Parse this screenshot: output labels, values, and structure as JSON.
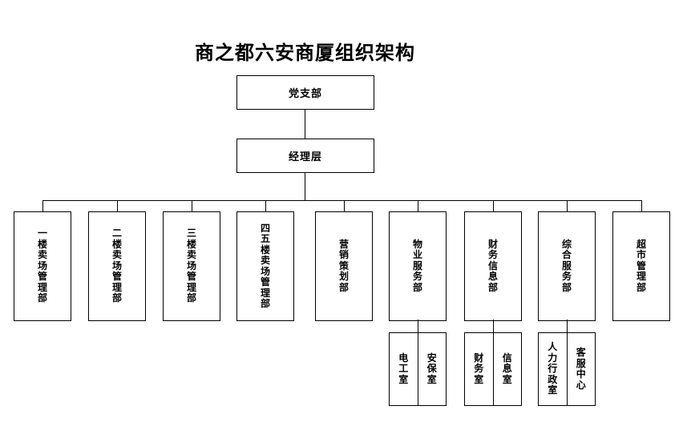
{
  "title": "商之都六安商厦组织架构",
  "org": {
    "root": {
      "label": "党支部"
    },
    "management": {
      "label": "经理层"
    },
    "departments": [
      {
        "label": "一楼卖场管理部"
      },
      {
        "label": "二楼卖场管理部"
      },
      {
        "label": "三楼卖场管理部"
      },
      {
        "label": "四五楼卖场管理部"
      },
      {
        "label": "营销策划部"
      },
      {
        "label": "物业服务部"
      },
      {
        "label": "财务信息部"
      },
      {
        "label": "综合服务部"
      },
      {
        "label": "超市管理部"
      }
    ],
    "sub_units": [
      {
        "parent": "物业服务部",
        "cells": [
          {
            "label": "电工室"
          },
          {
            "label": "安保室"
          }
        ]
      },
      {
        "parent": "财务信息部",
        "cells": [
          {
            "label": "财务室"
          },
          {
            "label": "信息室"
          }
        ]
      },
      {
        "parent": "综合服务部",
        "cells": [
          {
            "label": "人力行政室"
          },
          {
            "label": "客服中心"
          }
        ]
      }
    ]
  },
  "colors": {
    "background": "#ffffff",
    "line": "#000000",
    "text": "#000000"
  }
}
